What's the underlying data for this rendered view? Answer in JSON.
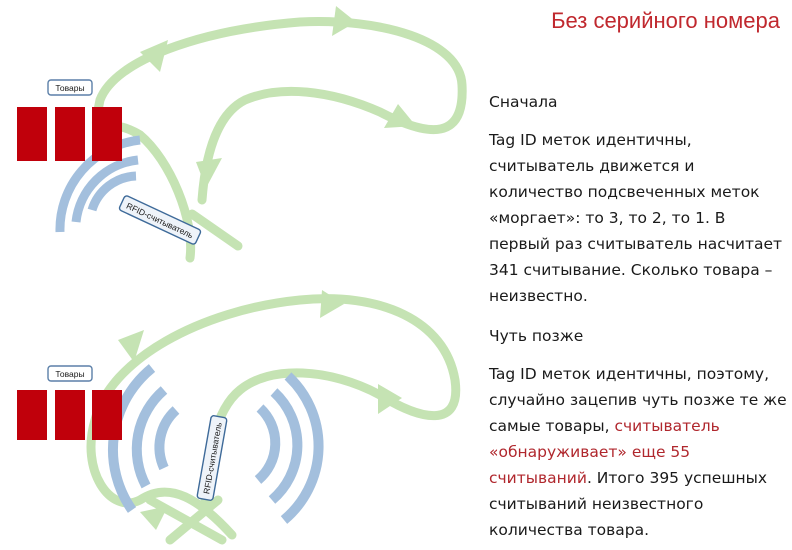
{
  "title": "Без серийного номера",
  "labels": {
    "goods": "Товары",
    "reader": "RFID-считыватель"
  },
  "colors": {
    "path": "#c5e3b3",
    "wave": "#a3bfdd",
    "box": "#c0000b",
    "title": "#c0282e"
  },
  "block1": {
    "heading": "Сначала",
    "text": "Tag ID меток идентичны, считыватель движется и количество подсвеченных меток «моргает»: то 3, то 2, то 1.  В первый раз считыватель насчитает 341 считывание.  Сколько товара – неизвестно."
  },
  "block2": {
    "heading": "Чуть позже",
    "text_before": "Tag ID меток идентичны, поэтому, случайно зацепив чуть позже те же самые товары, ",
    "text_highlight": "считыватель «обнаруживает» еще 55 считываний",
    "text_after": ". Итого 395 успешных считываний неизвестного количества товара."
  }
}
